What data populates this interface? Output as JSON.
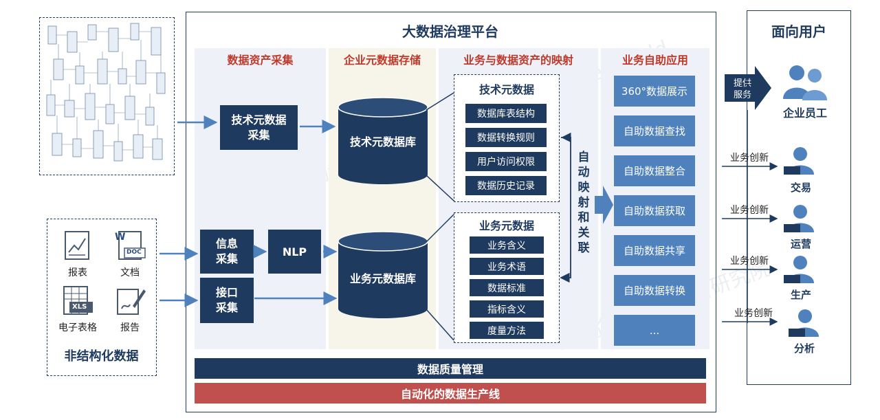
{
  "platform_title": "大数据治理平台",
  "users_title": "面向用户",
  "unstructured_label": "非结构化数据",
  "doc_items": [
    {
      "label": "报表",
      "icon": "chart-report-icon",
      "badge": ""
    },
    {
      "label": "文档",
      "icon": "word-doc-icon",
      "badge": "DOC"
    },
    {
      "label": "电子表格",
      "icon": "spreadsheet-icon",
      "badge": "XLS"
    },
    {
      "label": "报告",
      "icon": "report-sign-icon",
      "badge": ""
    }
  ],
  "word_badge": "W",
  "columns": {
    "collect": "数据资产采集",
    "storage": "企业元数据存储",
    "mapping": "业务与数据资产的映射",
    "apps": "业务自助应用"
  },
  "collect_boxes": {
    "tech": "技术元数据\n采集",
    "info": "信息\n采集",
    "nlp": "NLP",
    "iface": "接口\n采集"
  },
  "databases": {
    "tech": "技术元数据库",
    "biz": "业务元数据库"
  },
  "tech_meta": {
    "title": "技术元数据",
    "items": [
      "数据库表结构",
      "数据转换规则",
      "用户访问权限",
      "数据历史记录"
    ]
  },
  "biz_meta": {
    "title": "业务元数据",
    "items": [
      "业务含义",
      "业务术语",
      "数据标准",
      "指标含义",
      "度量方法"
    ]
  },
  "auto_map_label": "自\n动\n映\n射\n和\n关\n联",
  "apps": [
    "360°数据展示",
    "自助数据查找",
    "自助数据整合",
    "自助数据获取",
    "自助数据共享",
    "自助数据转换",
    "..."
  ],
  "bottom_bars": {
    "quality": "数据质量管理",
    "pipeline": "自动化的数据生产线"
  },
  "provide_service": "提供\n服务",
  "users": [
    {
      "label": "企业员工",
      "innovation": ""
    },
    {
      "label": "交易",
      "innovation": "业务创新"
    },
    {
      "label": "运营",
      "innovation": "业务创新"
    },
    {
      "label": "生产",
      "innovation": "业务创新"
    },
    {
      "label": "分析",
      "innovation": "业务创新"
    }
  ],
  "colors": {
    "navy": "#1f3a5f",
    "blue": "#4f81bd",
    "red": "#c0392b",
    "pipeline_red": "#c0504d"
  }
}
